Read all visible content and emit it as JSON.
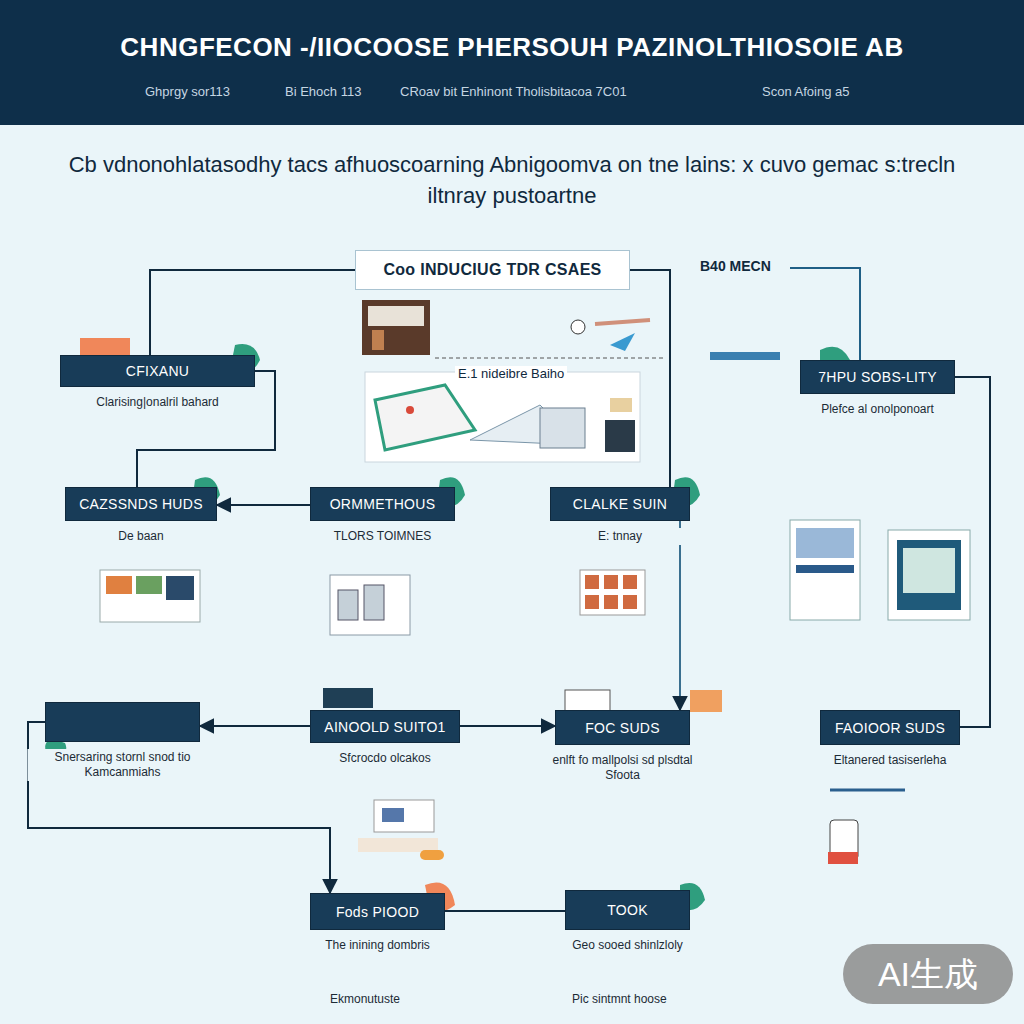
{
  "diagram": {
    "title": "CHNGFECON -/IIOCOOSE PHERSOUH PAZINOLTHIOSOIE AB",
    "nodes": [
      {
        "text": [
          "Coo INDUCIUG TDR CSAES"
        ]
      },
      {
        "text": [
          "CFIXANU",
          "Clarising|onalril bahard"
        ]
      },
      {
        "text": [
          "7HPU SOBS-LITY",
          "Plefce al onolponoart"
        ]
      },
      {
        "text": [
          "CAZSSNDS HUDS",
          "De baan"
        ]
      },
      {
        "text": [
          "ORMMETHOUS",
          "TLORS TOIMNES"
        ]
      },
      {
        "text": [
          "CLALKE SUIN",
          "E: tnnay"
        ]
      },
      {
        "text": [
          "Snersaring stornl snod tio Kamcanmiahs"
        ]
      },
      {
        "text": [
          "AINOOLD SUITO1",
          "Sfcrocdo olcakos"
        ]
      },
      {
        "text": [
          "FOC SUDS",
          "enlft fo mallpolsi sd plsdtal Sfoota"
        ]
      },
      {
        "text": [
          "FAOIOOR SUDS",
          "Eltanered tasiserleha"
        ]
      },
      {
        "text": [
          "Fods PIOOD",
          "The inining dombris"
        ]
      },
      {
        "text": [
          "TOOK",
          "Geo sooed shinlzloly"
        ]
      }
    ],
    "edges": [
      {
        "from": 0,
        "to": 1,
        "arrow": "none"
      },
      {
        "from": 1,
        "to": 3,
        "arrow": "none"
      },
      {
        "from": 0,
        "to": 5,
        "arrow": "none"
      },
      {
        "from": 4,
        "to": 3,
        "arrow": "to"
      },
      {
        "from": 2,
        "to": 9,
        "arrow": "none"
      },
      {
        "from": 7,
        "to": 6,
        "arrow": "to"
      },
      {
        "from": 7,
        "to": 8,
        "arrow": "to"
      },
      {
        "from": 6,
        "to": 10,
        "arrow": "to"
      },
      {
        "from": 10,
        "to": 11,
        "arrow": "none"
      },
      {
        "from": 5,
        "to": 8,
        "arrow": "to"
      }
    ],
    "labels": [
      "Ghprgy sor113",
      "Bi Ehoch 113",
      "CRoav bit Enhinont Tholisbitacoa 7C01",
      "Scon Afoing a5",
      "Cb vdnonohlatasodhy tacs afhuoscoarning Abnigoomva on tne lains: x cuvo gemac s:trecln iltnray pustoartne",
      "B40 MECN",
      "E.1 nideibre Baiho",
      "Ekmonutuste",
      "Pic sintmnt hoose",
      "AI生成"
    ]
  }
}
